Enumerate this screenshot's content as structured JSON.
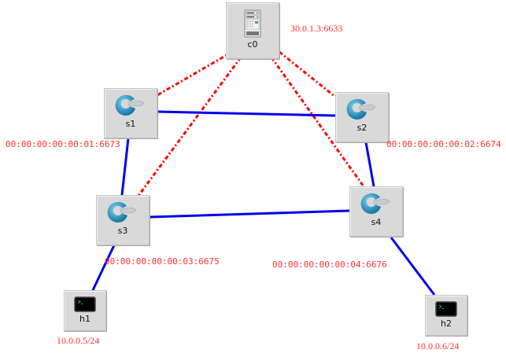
{
  "colors": {
    "data_link": "#0000ee",
    "control_link": "#ff0000",
    "label_text": "#ff3333",
    "node_bg": "#d9d9d9"
  },
  "nodes": {
    "c0": {
      "name": "c0",
      "type": "controller",
      "icon": "server-icon",
      "address": "30.0.1.3:6633"
    },
    "s1": {
      "name": "s1",
      "type": "switch",
      "icon": "switch-icon",
      "address": "00:00:00:00:00:01:6673"
    },
    "s2": {
      "name": "s2",
      "type": "switch",
      "icon": "switch-icon",
      "address": "00:00:00:00:00:02:6674"
    },
    "s3": {
      "name": "s3",
      "type": "switch",
      "icon": "switch-icon",
      "address": "00:00:00:00:00:03:6675"
    },
    "s4": {
      "name": "s4",
      "type": "switch",
      "icon": "switch-icon",
      "address": "00:00:00:00:00:04:6676"
    },
    "h1": {
      "name": "h1",
      "type": "host",
      "icon": "terminal-icon",
      "address": "10.0.0.5/24"
    },
    "h2": {
      "name": "h2",
      "type": "host",
      "icon": "terminal-icon",
      "address": "10.0.0.6/24"
    }
  },
  "links": [
    {
      "from": "c0",
      "to": "s1",
      "kind": "control"
    },
    {
      "from": "c0",
      "to": "s2",
      "kind": "control"
    },
    {
      "from": "c0",
      "to": "s3",
      "kind": "control"
    },
    {
      "from": "c0",
      "to": "s4",
      "kind": "control"
    },
    {
      "from": "s1",
      "to": "s2",
      "kind": "data"
    },
    {
      "from": "s1",
      "to": "s3",
      "kind": "data"
    },
    {
      "from": "s2",
      "to": "s4",
      "kind": "data"
    },
    {
      "from": "s3",
      "to": "s4",
      "kind": "data"
    },
    {
      "from": "s3",
      "to": "h1",
      "kind": "data"
    },
    {
      "from": "s4",
      "to": "h2",
      "kind": "data"
    }
  ]
}
